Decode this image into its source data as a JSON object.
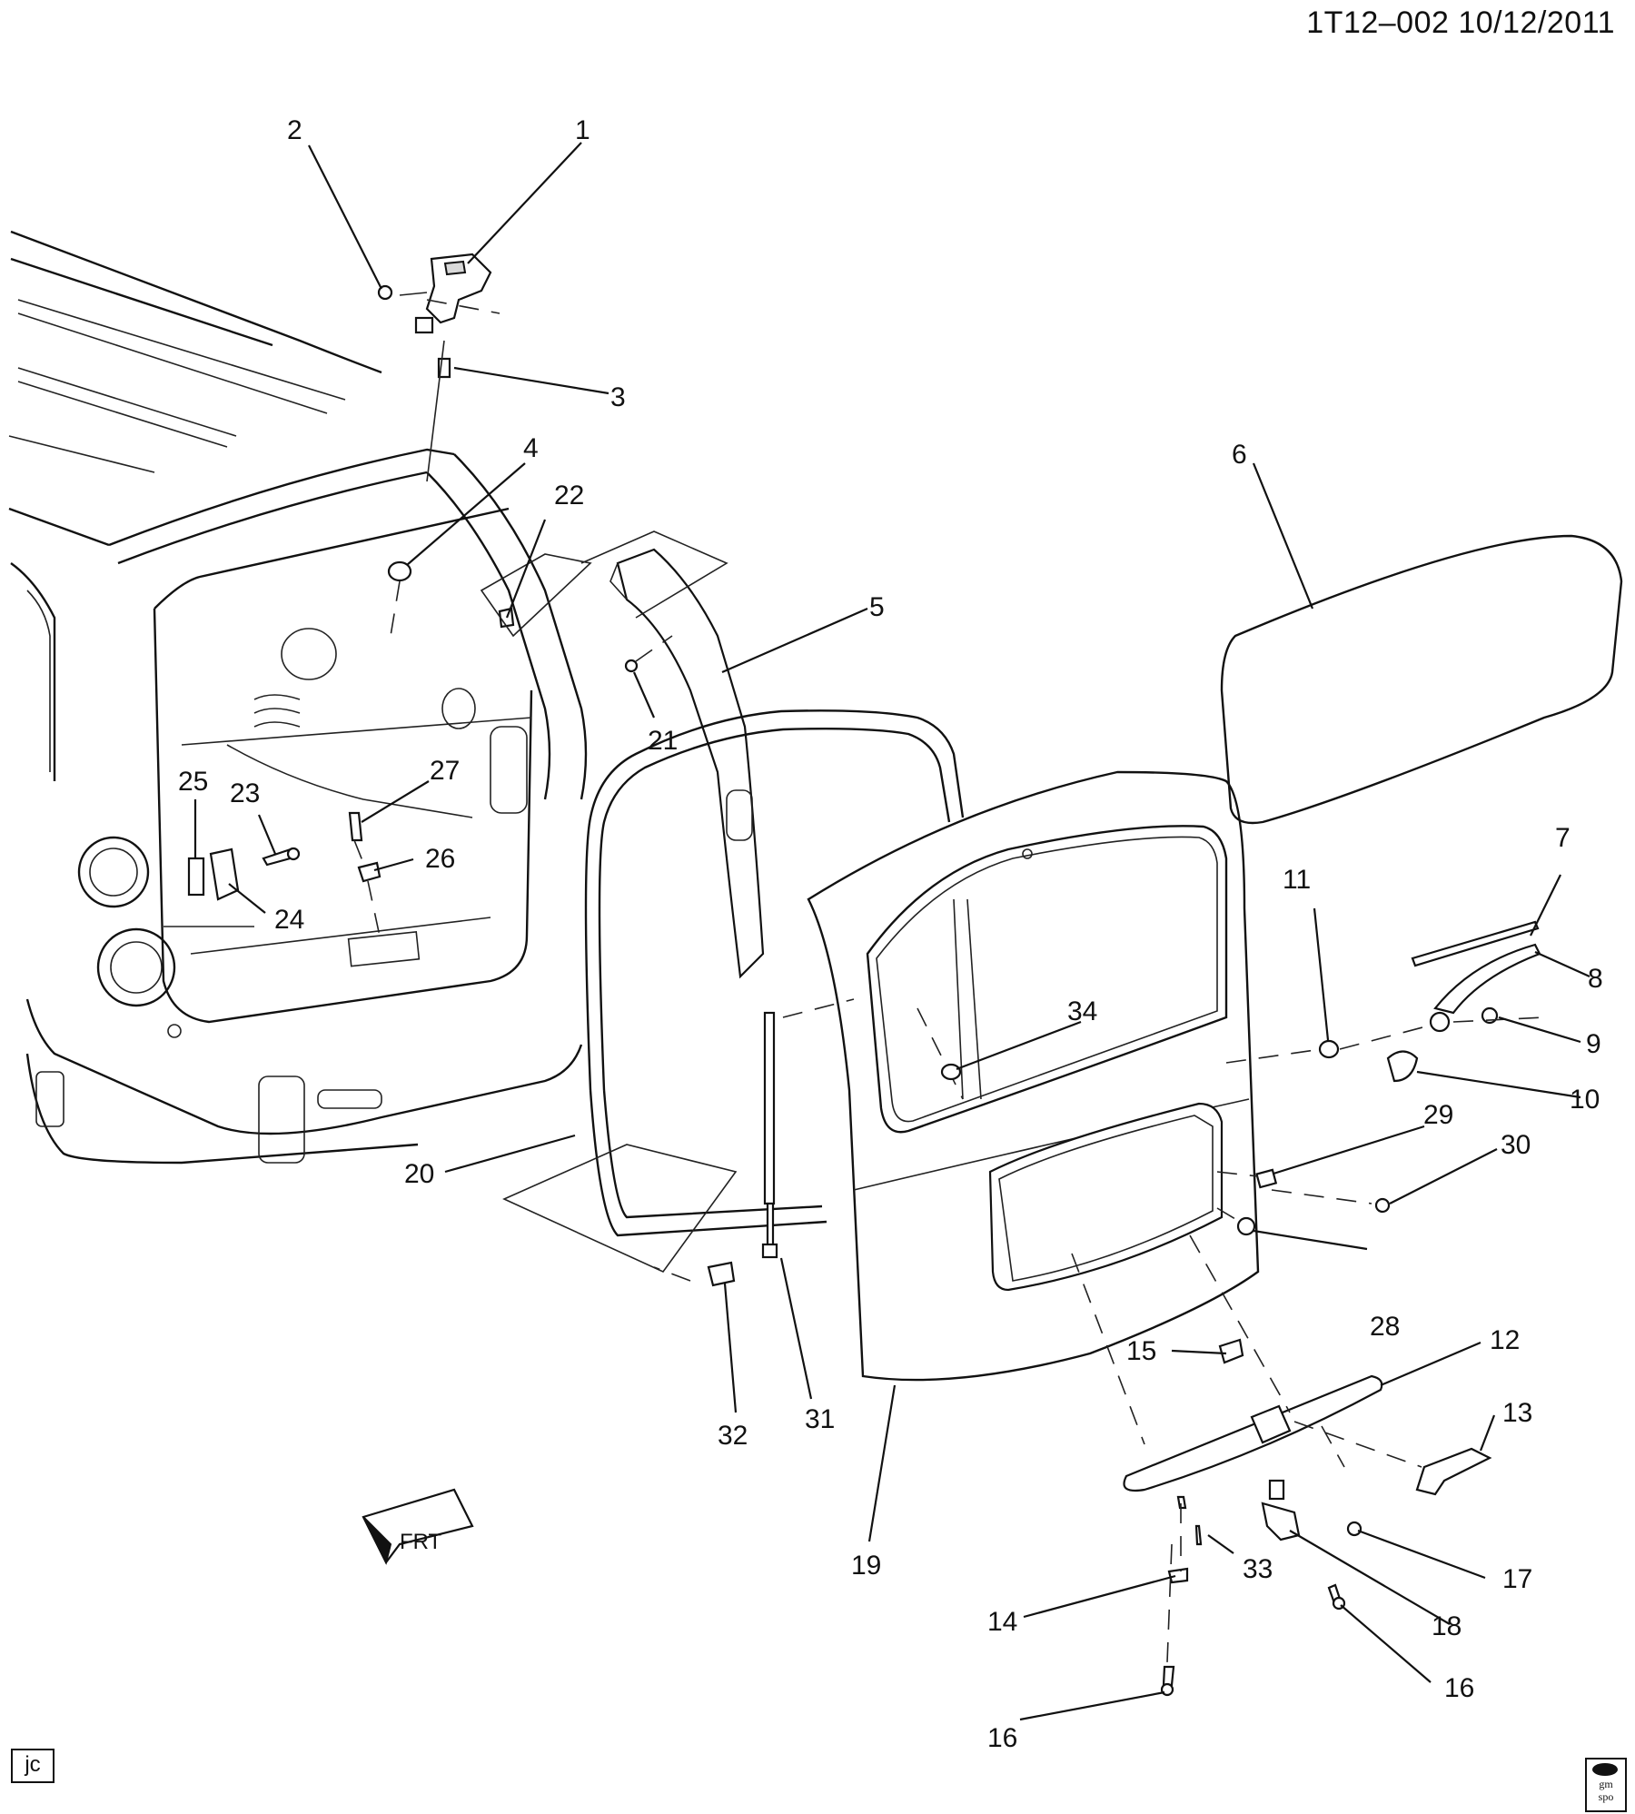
{
  "header": {
    "code": "1T12–002  10/12/2011"
  },
  "footer": {
    "corner_tag": "jc",
    "logo_line1": "gm",
    "logo_line2": "spo"
  },
  "front_arrow": {
    "label": "FRT"
  },
  "callouts": {
    "c1": "1",
    "c2": "2",
    "c3": "3",
    "c4": "4",
    "c5": "5",
    "c6": "6",
    "c7": "7",
    "c8": "8",
    "c9": "9",
    "c10": "10",
    "c11": "11",
    "c12": "12",
    "c13": "13",
    "c14": "14",
    "c15": "15",
    "c16a": "16",
    "c16b": "16",
    "c17": "17",
    "c18": "18",
    "c19": "19",
    "c20": "20",
    "c21": "21",
    "c22": "22",
    "c23": "23",
    "c24": "24",
    "c25": "25",
    "c26": "26",
    "c27": "27",
    "c28": "28",
    "c29": "29",
    "c30": "30",
    "c31": "31",
    "c32": "32",
    "c33": "33",
    "c34": "34"
  },
  "colors": {
    "ink": "#111111",
    "paper": "#ffffff",
    "shade": "#d9d9d9"
  }
}
